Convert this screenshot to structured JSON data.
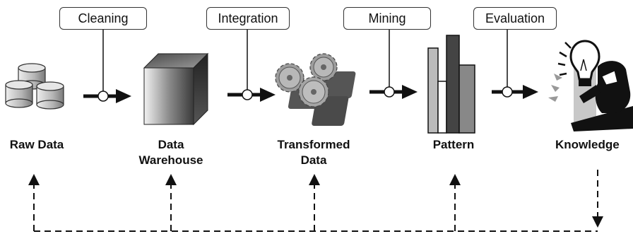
{
  "stages": [
    {
      "label": "Cleaning"
    },
    {
      "label": "Integration"
    },
    {
      "label": "Mining"
    },
    {
      "label": "Evaluation"
    }
  ],
  "nodes": [
    {
      "label_lines": [
        "Raw Data"
      ]
    },
    {
      "label_lines": [
        "Data",
        "Warehouse"
      ]
    },
    {
      "label_lines": [
        "Transformed",
        "Data"
      ]
    },
    {
      "label_lines": [
        "Pattern"
      ]
    },
    {
      "label_lines": [
        "Knowledge"
      ]
    }
  ],
  "icons": [
    "database-cylinders-icon",
    "cube-icon",
    "gears-icon",
    "bar-chart-icon",
    "lightbulb-person-icon"
  ],
  "colors": {
    "ink": "#111111",
    "gray_light": "#bbbbbb",
    "gray_mid": "#888888",
    "gray_dark": "#444444"
  }
}
